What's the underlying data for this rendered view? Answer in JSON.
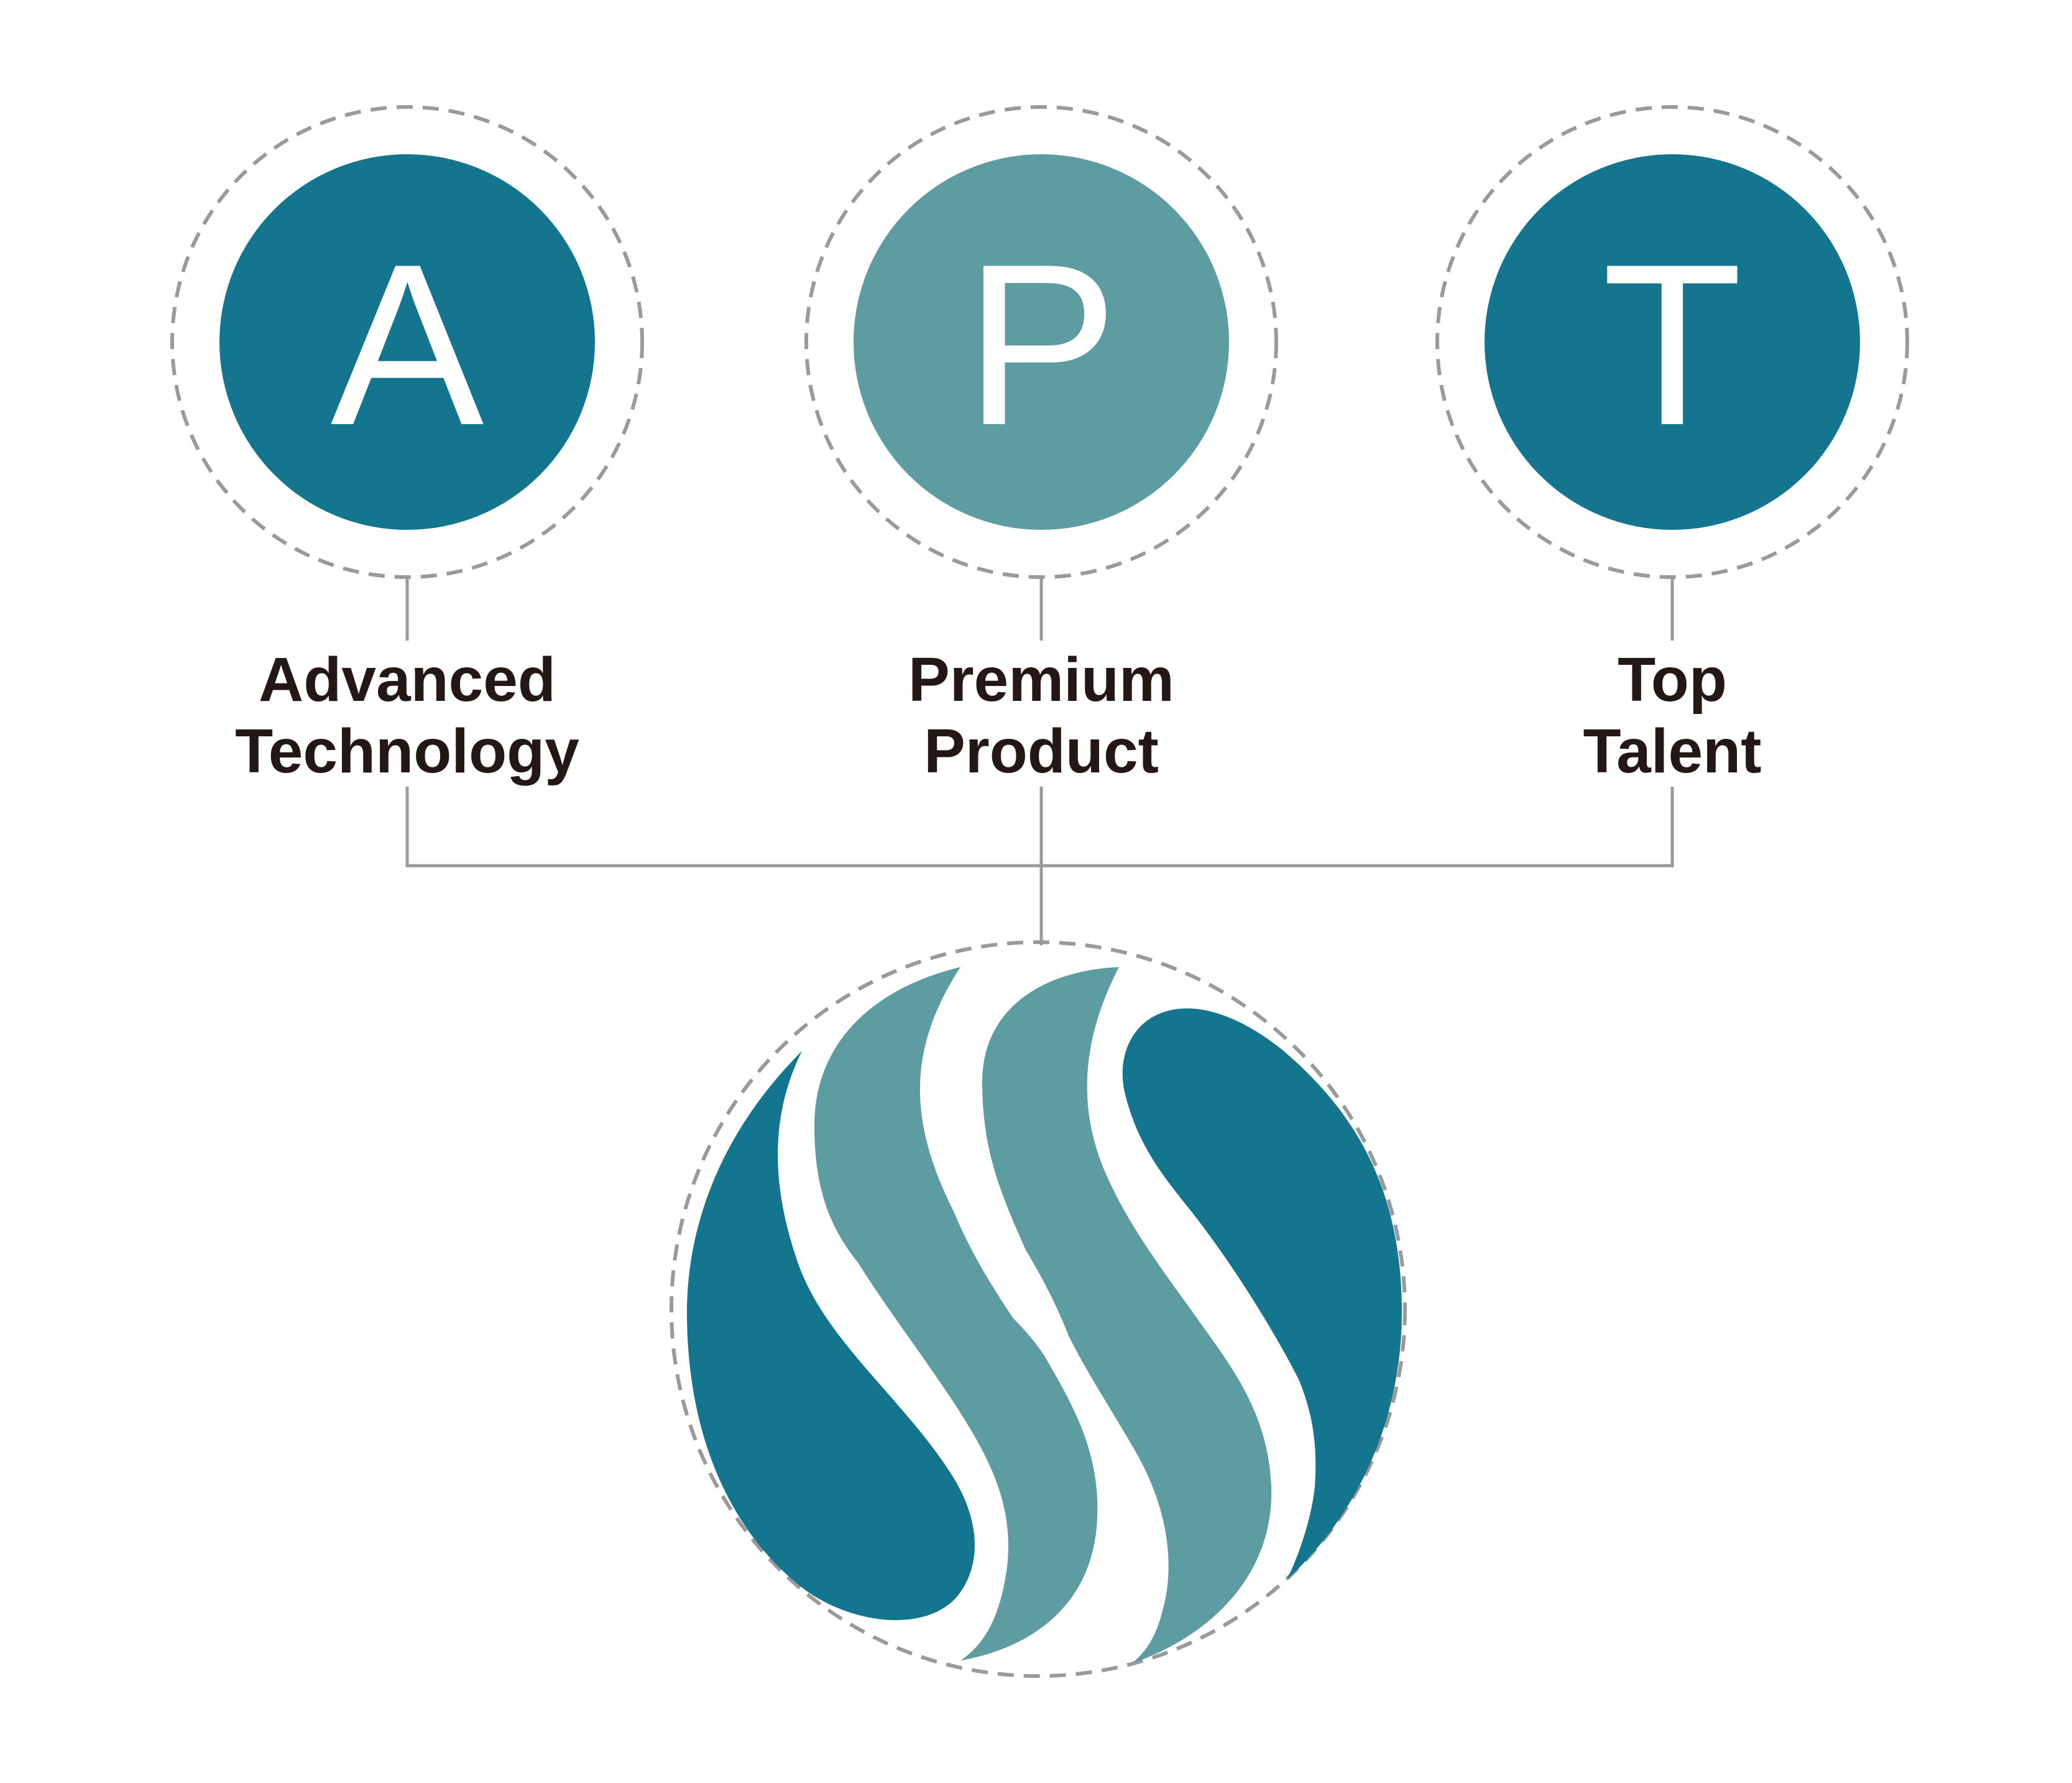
{
  "colors": {
    "dark_teal": "#14758F",
    "light_teal": "#5D9DA1",
    "ring_gray": "#9A9A9A",
    "label_text": "#231815"
  },
  "nodes": [
    {
      "letter": "A",
      "label_line1": "Advanced",
      "label_line2": "Technology",
      "color": "#14758F"
    },
    {
      "letter": "P",
      "label_line1": "Premium",
      "label_line2": "Product",
      "color": "#5D9DA1"
    },
    {
      "letter": "T",
      "label_line1": "Top",
      "label_line2": "Talent",
      "color": "#14758F"
    }
  ],
  "logo": {
    "icon": "s-wave-logo-icon"
  }
}
